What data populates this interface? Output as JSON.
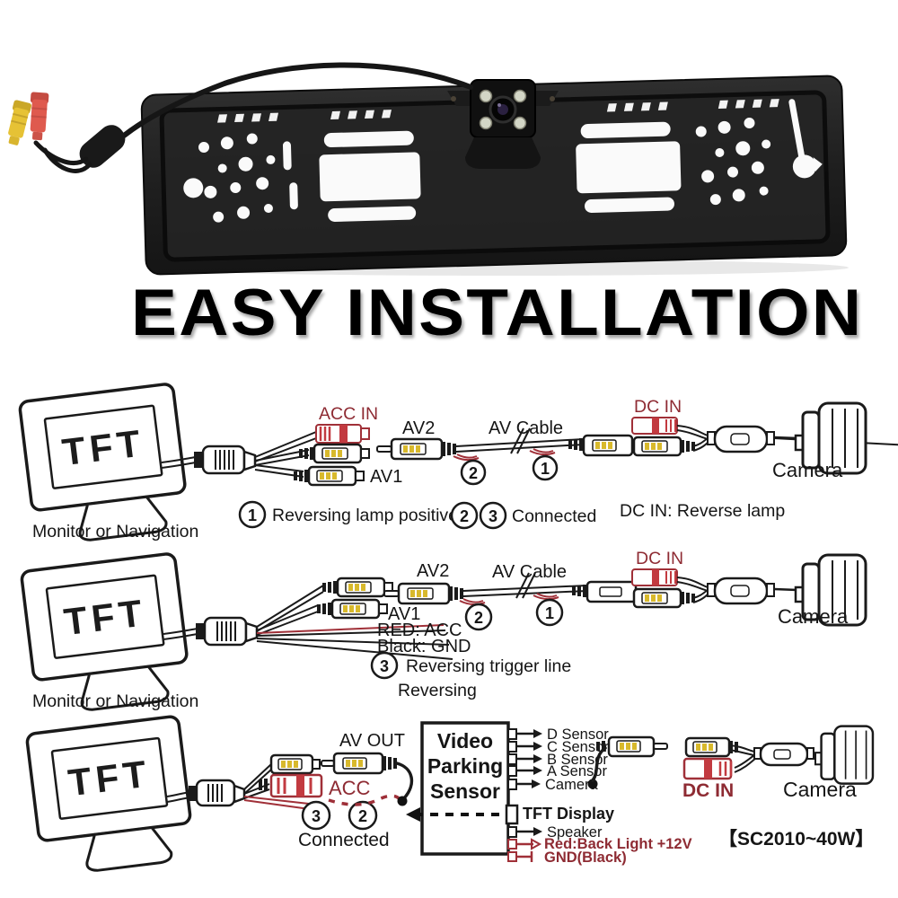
{
  "headline": "EASY INSTALLATION",
  "colors": {
    "dark_red_text": "#8e2b33",
    "connector_stripe_red": "#c23a40",
    "rca_yellow": "#e6c235",
    "rca_red": "#df5a4e",
    "line_black": "#1a1a1a"
  },
  "row1": {
    "tft": "TFT",
    "monitor_label": "Monitor or Navigation",
    "acc_in": "ACC IN",
    "av2": "AV2",
    "av1": "AV1",
    "av_cable": "AV Cable",
    "n1": "1",
    "n2": "2",
    "n3": "3",
    "dc_in": "DC IN",
    "camera": "Camera",
    "cap1": "Reversing lamp positive",
    "cap23": "Connected",
    "cap_dc": "DC IN: Reverse lamp"
  },
  "row2": {
    "tft": "TFT",
    "monitor_label": "Monitor or Navigation",
    "av2": "AV2",
    "av1": "AV1",
    "red_acc": "RED: ACC",
    "black_gnd": "Black: GND",
    "n1": "1",
    "n2": "2",
    "n3": "3",
    "trigger": "Reversing trigger line",
    "av_cable": "AV Cable",
    "dc_in": "DC IN",
    "camera": "Camera",
    "caption": "Reversing"
  },
  "row3": {
    "tft": "TFT",
    "av_out": "AV OUT",
    "acc": "ACC",
    "n2": "2",
    "n3": "3",
    "connected": "Connected",
    "box": {
      "line1": "Video",
      "line2": "Parking",
      "line3": "Sensor"
    },
    "ports": [
      "D Sensor",
      "C Sensor",
      "B Sensor",
      "A Sensor",
      "Camera",
      "TFT Display",
      "Speaker",
      "Red:Back Light +12V",
      "GND(Black)"
    ],
    "dc_in": "DC IN",
    "camera": "Camera",
    "model": "【SC2010~40W】"
  }
}
